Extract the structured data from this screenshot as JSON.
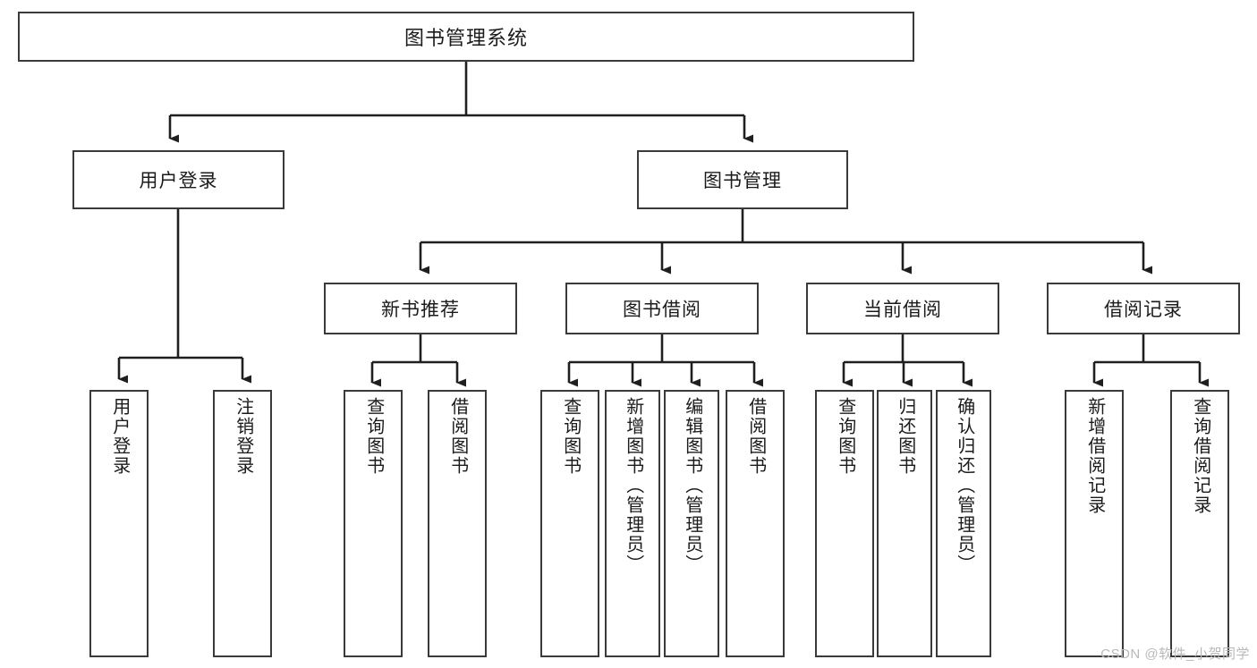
{
  "diagram": {
    "title": "图书管理系统",
    "type": "tree-hierarchy-chart",
    "watermark": "CSDN @软件_小贺同学",
    "colors": {
      "box_border": "#3a3a3a",
      "box_fill": "#ffffff",
      "connector": "#1f1f1f",
      "text": "#1b1b1b",
      "watermark": "#b9b9b9",
      "background": "#ffffff"
    }
  },
  "nodes": {
    "root": {
      "label": "图书管理系统",
      "level": 0
    },
    "level1": [
      {
        "id": "user-login",
        "label": "用户登录"
      },
      {
        "id": "book-management",
        "label": "图书管理"
      }
    ],
    "level2": [
      {
        "id": "new-book-recommend",
        "label": "新书推荐",
        "parent": "book-management"
      },
      {
        "id": "book-borrow",
        "label": "图书借阅",
        "parent": "book-management"
      },
      {
        "id": "current-borrow",
        "label": "当前借阅",
        "parent": "book-management"
      },
      {
        "id": "borrow-record",
        "label": "借阅记录",
        "parent": "book-management"
      }
    ],
    "leaves": [
      {
        "id": "leaf-user-login",
        "label": "用户登录",
        "parent": "user-login"
      },
      {
        "id": "leaf-logout-login",
        "label": "注销登录",
        "parent": "user-login"
      },
      {
        "id": "leaf-query-book-1",
        "label": "查询图书",
        "parent": "new-book-recommend"
      },
      {
        "id": "leaf-borrow-book-1",
        "label": "借阅图书",
        "parent": "new-book-recommend"
      },
      {
        "id": "leaf-query-book-2",
        "label": "查询图书",
        "parent": "book-borrow"
      },
      {
        "id": "leaf-add-book",
        "label": "新增图书（管理员）",
        "parent": "book-borrow"
      },
      {
        "id": "leaf-edit-book",
        "label": "编辑图书（管理员）",
        "parent": "book-borrow"
      },
      {
        "id": "leaf-borrow-book-2",
        "label": "借阅图书",
        "parent": "book-borrow"
      },
      {
        "id": "leaf-query-book-3",
        "label": "查询图书",
        "parent": "current-borrow"
      },
      {
        "id": "leaf-return-book",
        "label": "归还图书",
        "parent": "current-borrow"
      },
      {
        "id": "leaf-confirm-return",
        "label": "确认归还（管理员）",
        "parent": "current-borrow"
      },
      {
        "id": "leaf-add-record",
        "label": "新增借阅记录",
        "parent": "borrow-record"
      },
      {
        "id": "leaf-query-record",
        "label": "查询借阅记录",
        "parent": "borrow-record"
      }
    ]
  }
}
